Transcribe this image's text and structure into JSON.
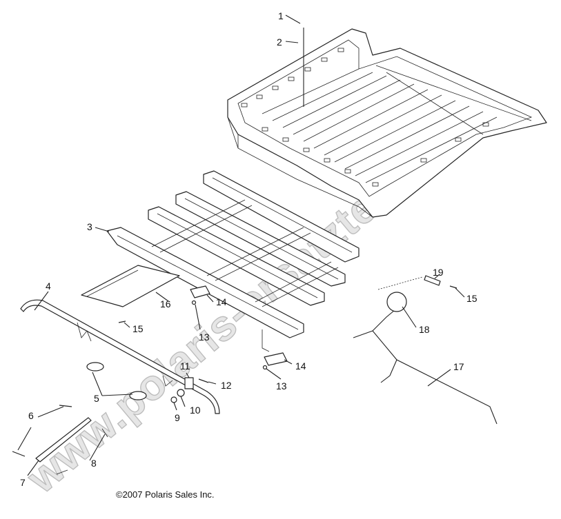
{
  "watermark": "www.polaris-ersatzteile.de",
  "copyright": "©2007 Polaris Sales Inc.",
  "callouts": [
    {
      "id": "callout-1",
      "text": "1"
    },
    {
      "id": "callout-2",
      "text": "2"
    },
    {
      "id": "callout-3",
      "text": "3"
    },
    {
      "id": "callout-4",
      "text": "4"
    },
    {
      "id": "callout-5",
      "text": "5"
    },
    {
      "id": "callout-6",
      "text": "6"
    },
    {
      "id": "callout-7",
      "text": "7"
    },
    {
      "id": "callout-8",
      "text": "8"
    },
    {
      "id": "callout-9",
      "text": "9"
    },
    {
      "id": "callout-10",
      "text": "10"
    },
    {
      "id": "callout-11",
      "text": "11"
    },
    {
      "id": "callout-12",
      "text": "12"
    },
    {
      "id": "callout-13a",
      "text": "13"
    },
    {
      "id": "callout-13b",
      "text": "13"
    },
    {
      "id": "callout-14a",
      "text": "14"
    },
    {
      "id": "callout-14b",
      "text": "14"
    },
    {
      "id": "callout-15a",
      "text": "15"
    },
    {
      "id": "callout-15b",
      "text": "15"
    },
    {
      "id": "callout-16",
      "text": "16"
    },
    {
      "id": "callout-17",
      "text": "17"
    },
    {
      "id": "callout-18",
      "text": "18"
    },
    {
      "id": "callout-19",
      "text": "19"
    }
  ]
}
